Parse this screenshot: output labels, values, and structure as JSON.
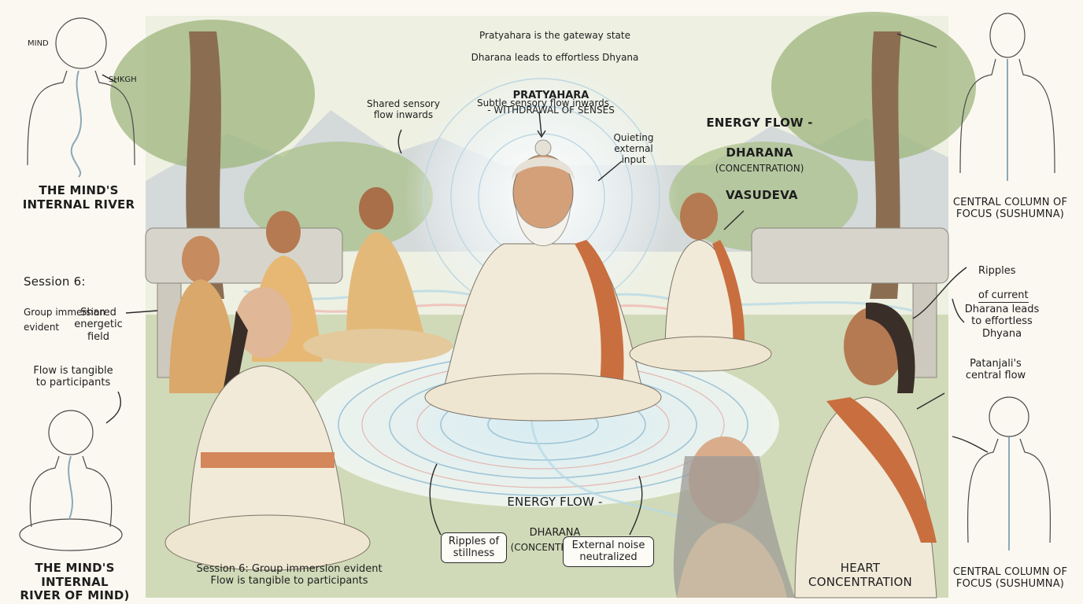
{
  "labels": {
    "top_line1": "Pratyahara is the gateway state",
    "top_line2": "Dharana leads to effortless Dhyana",
    "pratyahara_title": "PRATYAHARA",
    "pratyahara_sub": "- WITHDRAWAL OF SENSES",
    "subtle_flow": "Subtle sensory flow inwards",
    "shared_sensory": "Shared sensory\nflow inwards",
    "quieting": "Quieting\nexternal\ninput",
    "energy_flow_top": "ENERGY FLOW -",
    "dharana_top_a": "DHARANA",
    "dharana_top_b": "(CONCENTRATION)",
    "vasudeva": "VASUDEVA",
    "mind": "MIND",
    "shkgh": "SHKGH",
    "minds_river": "THE MIND'S\nINTERNAL RIVER",
    "session6_title": "Session 6:",
    "session6_sub": "Group immersion\nevident",
    "shared_field": "Shared\nenergetic\nfield",
    "flow_tangible": "Flow is tangible\nto participants",
    "minds_river2": "THE MIND'S INTERNAL\nRIVER OF MIND)",
    "session6_bottom": "Session 6: Group immersion evident\nFlow is tangible to participants",
    "energy_flow_bottom": "ENERGY FLOW -",
    "dharana_bottom_a": "DHARANA",
    "dharana_bottom_b": "(CONCENTRATION)",
    "ripples_stillness": "Ripples of\nstillness",
    "external_noise": "External noise\nneutralized",
    "heart": "HEART\nCONCENTRATION",
    "central_column_top": "CENTRAL COLUMN OF\nFOCUS (SUSHUMNA)",
    "ripples_a": "Ripples",
    "ripples_b": "of current",
    "dharana_dhyana": "Dharana leads\nto effortless\nDhyana",
    "patanjali": "Patanjali's\ncentral flow",
    "central_column_bottom": "CENTRAL COLUMN OF\nFOCUS (SUSHUMNA)"
  },
  "colors": {
    "background": "#fbf8f1",
    "ink": "#2a2a2a",
    "robe": "#f1ead9",
    "saffron": "#c96f3f",
    "foliage": "#8fa86b",
    "water": "#a9cfe0",
    "skin": "#c68b5e"
  }
}
